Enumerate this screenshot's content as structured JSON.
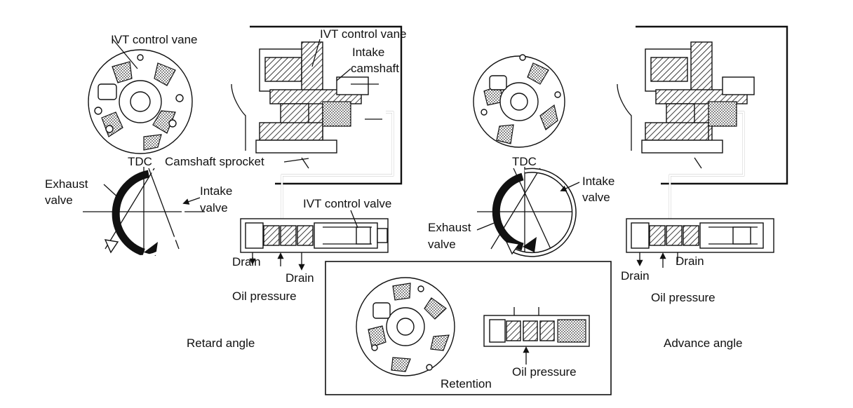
{
  "labels": {
    "ivt_control_vane_left": "IVT control vane",
    "ivt_control_vane_top": "IVT control vane",
    "intake_camshaft_line1": "Intake",
    "intake_camshaft_line2": "camshaft",
    "camshaft_sprocket": "Camshaft sprocket",
    "tdc_left": "TDC",
    "exhaust_valve_left_1": "Exhaust",
    "exhaust_valve_left_2": "valve",
    "intake_valve_left_1": "Intake",
    "intake_valve_left_2": "valve",
    "ivt_control_valve": "IVT control valve",
    "drain_left_1": "Drain",
    "drain_left_2": "Drain",
    "oil_pressure_left": "Oil pressure",
    "retard_angle": "Retard angle",
    "tdc_right": "TDC",
    "intake_valve_right_1": "Intake",
    "intake_valve_right_2": "valve",
    "exhaust_valve_right_1": "Exhaust",
    "exhaust_valve_right_2": "valve",
    "drain_right_1": "Drain",
    "drain_right_2": "Drain",
    "oil_pressure_right": "Oil pressure",
    "advance_angle": "Advance angle",
    "oil_pressure_center": "Oil pressure",
    "retention": "Retention"
  }
}
